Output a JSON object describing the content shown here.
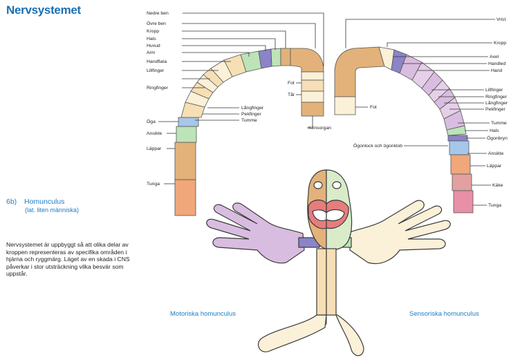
{
  "title": "Nervsystemet",
  "section": {
    "number": "6b)",
    "heading": "Homunculus",
    "subheading": "(lat. liten människa)"
  },
  "paragraph": "Nervsystemet är uppbyggt så att olika delar av kroppen representeras av specifika områden i hjärna och ryggmärg. Läget av en skada i CNS påverkar i stor utsträckning vilka besvär som uppstår.",
  "captions": {
    "motor": "Motoriska homunculus",
    "sensory": "Sensoriska homunculus"
  },
  "motor_labels": [
    "Nedre ben",
    "Övre ben",
    "Kropp",
    "Hals",
    "Huvud",
    "Arm",
    "Handflata",
    "Lillfinger",
    "Ringfinger",
    "Långfinger",
    "Pekfinger",
    "Tumme",
    "Öga",
    "Ansikte",
    "Läppar",
    "Tunga",
    "Fot",
    "Tår",
    "Könsorgan"
  ],
  "sensory_labels": [
    "Vrist",
    "Kropp",
    "Axel",
    "Handled",
    "Hand",
    "Lillfinger",
    "Ringfinger",
    "Långfinger",
    "Pekfinger",
    "Tumme",
    "Hals",
    "Ögonbryn",
    "Ögonlock och ögonklob",
    "Ansikte",
    "Läppar",
    "Käke",
    "Tunga",
    "Fot"
  ],
  "colors": {
    "title": "#1a6fb3",
    "accent": "#1e7cc2",
    "skin": "#f6dfb4",
    "lavender": "#d9bde0",
    "tan": "#e2b27a",
    "orange": "#f0a77a",
    "green": "#bde3b8",
    "blue": "#a7c7ea",
    "pink": "#e98fa8",
    "purple": "#8b84c8"
  }
}
